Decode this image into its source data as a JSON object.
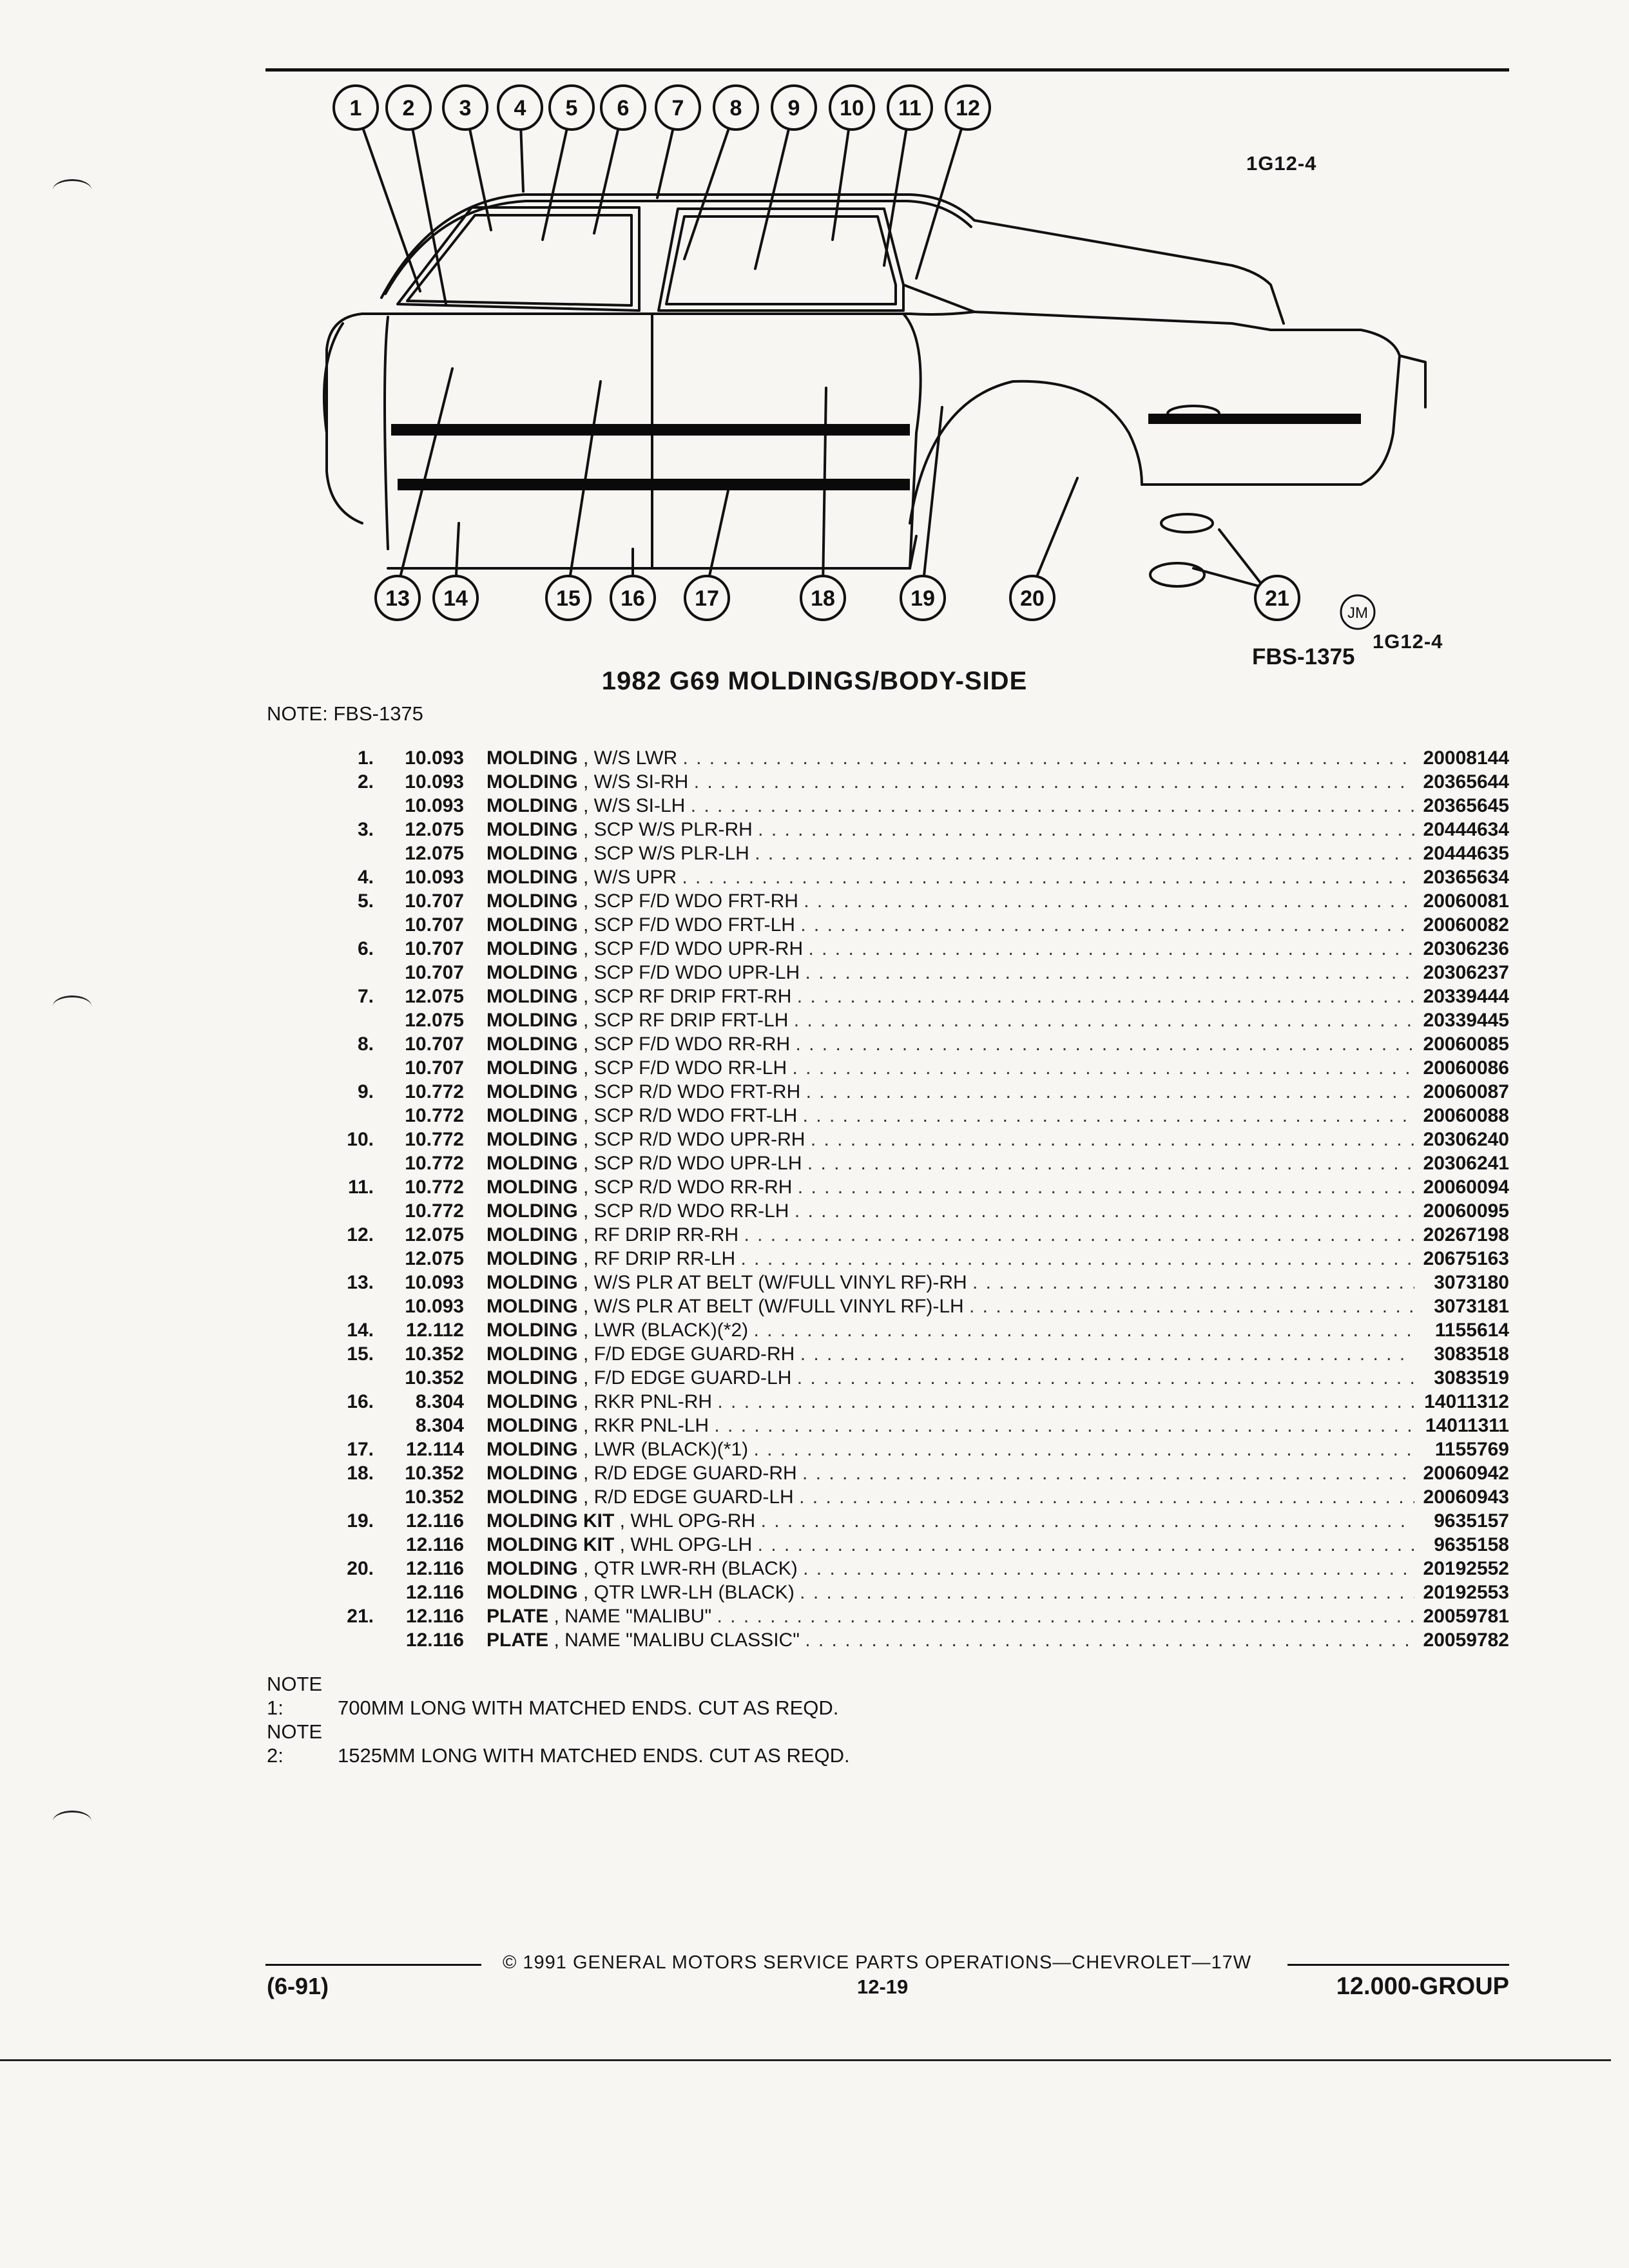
{
  "diagram": {
    "ref_code": "1G12-4",
    "ref_code_2": "1G12-4",
    "fbs_code": "FBS-1375",
    "badge": "JM",
    "callouts": [
      "1",
      "2",
      "3",
      "4",
      "5",
      "6",
      "7",
      "8",
      "9",
      "10",
      "11",
      "12",
      "13",
      "14",
      "15",
      "16",
      "17",
      "18",
      "19",
      "20",
      "21"
    ]
  },
  "title": "1982 G69 MOLDINGS/BODY-SIDE",
  "note_top": "NOTE: FBS-1375",
  "parts": [
    {
      "no": "1.",
      "grp": "10.093",
      "name": "MOLDING",
      "sub": ", W/S LWR",
      "pn": "20008144"
    },
    {
      "no": "2.",
      "grp": "10.093",
      "name": "MOLDING",
      "sub": ", W/S SI-RH",
      "pn": "20365644"
    },
    {
      "no": "",
      "grp": "10.093",
      "name": "MOLDING",
      "sub": ", W/S SI-LH",
      "pn": "20365645"
    },
    {
      "no": "3.",
      "grp": "12.075",
      "name": "MOLDING",
      "sub": ", SCP W/S PLR-RH",
      "pn": "20444634"
    },
    {
      "no": "",
      "grp": "12.075",
      "name": "MOLDING",
      "sub": ", SCP W/S PLR-LH",
      "pn": "20444635"
    },
    {
      "no": "4.",
      "grp": "10.093",
      "name": "MOLDING",
      "sub": ", W/S UPR",
      "pn": "20365634"
    },
    {
      "no": "5.",
      "grp": "10.707",
      "name": "MOLDING",
      "sub": ", SCP F/D WDO FRT-RH",
      "pn": "20060081"
    },
    {
      "no": "",
      "grp": "10.707",
      "name": "MOLDING",
      "sub": ", SCP F/D WDO FRT-LH",
      "pn": "20060082"
    },
    {
      "no": "6.",
      "grp": "10.707",
      "name": "MOLDING",
      "sub": ", SCP F/D WDO UPR-RH",
      "pn": "20306236"
    },
    {
      "no": "",
      "grp": "10.707",
      "name": "MOLDING",
      "sub": ", SCP F/D WDO UPR-LH",
      "pn": "20306237"
    },
    {
      "no": "7.",
      "grp": "12.075",
      "name": "MOLDING",
      "sub": ", SCP RF DRIP FRT-RH",
      "pn": "20339444"
    },
    {
      "no": "",
      "grp": "12.075",
      "name": "MOLDING",
      "sub": ", SCP RF DRIP FRT-LH",
      "pn": "20339445"
    },
    {
      "no": "8.",
      "grp": "10.707",
      "name": "MOLDING",
      "sub": ", SCP F/D WDO RR-RH",
      "pn": "20060085"
    },
    {
      "no": "",
      "grp": "10.707",
      "name": "MOLDING",
      "sub": ", SCP F/D WDO RR-LH",
      "pn": "20060086"
    },
    {
      "no": "9.",
      "grp": "10.772",
      "name": "MOLDING",
      "sub": ", SCP R/D WDO FRT-RH",
      "pn": "20060087"
    },
    {
      "no": "",
      "grp": "10.772",
      "name": "MOLDING",
      "sub": ", SCP R/D WDO FRT-LH",
      "pn": "20060088"
    },
    {
      "no": "10.",
      "grp": "10.772",
      "name": "MOLDING",
      "sub": ", SCP R/D WDO UPR-RH",
      "pn": "20306240"
    },
    {
      "no": "",
      "grp": "10.772",
      "name": "MOLDING",
      "sub": ", SCP R/D WDO UPR-LH",
      "pn": "20306241"
    },
    {
      "no": "11.",
      "grp": "10.772",
      "name": "MOLDING",
      "sub": ", SCP R/D WDO RR-RH",
      "pn": "20060094"
    },
    {
      "no": "",
      "grp": "10.772",
      "name": "MOLDING",
      "sub": ", SCP R/D WDO RR-LH",
      "pn": "20060095"
    },
    {
      "no": "12.",
      "grp": "12.075",
      "name": "MOLDING",
      "sub": ", RF DRIP RR-RH",
      "pn": "20267198"
    },
    {
      "no": "",
      "grp": "12.075",
      "name": "MOLDING",
      "sub": ", RF DRIP RR-LH",
      "pn": "20675163"
    },
    {
      "no": "13.",
      "grp": "10.093",
      "name": "MOLDING",
      "sub": ", W/S PLR AT BELT (W/FULL VINYL RF)-RH",
      "pn": "3073180"
    },
    {
      "no": "",
      "grp": "10.093",
      "name": "MOLDING",
      "sub": ", W/S PLR AT BELT (W/FULL VINYL RF)-LH",
      "pn": "3073181"
    },
    {
      "no": "14.",
      "grp": "12.112",
      "name": "MOLDING",
      "sub": ", LWR (BLACK)(*2)",
      "pn": "1155614"
    },
    {
      "no": "15.",
      "grp": "10.352",
      "name": "MOLDING",
      "sub": ", F/D EDGE GUARD-RH",
      "pn": "3083518"
    },
    {
      "no": "",
      "grp": "10.352",
      "name": "MOLDING",
      "sub": ", F/D EDGE GUARD-LH",
      "pn": "3083519"
    },
    {
      "no": "16.",
      "grp": "8.304",
      "name": "MOLDING",
      "sub": ", RKR PNL-RH",
      "pn": "14011312"
    },
    {
      "no": "",
      "grp": "8.304",
      "name": "MOLDING",
      "sub": ", RKR PNL-LH",
      "pn": "14011311"
    },
    {
      "no": "17.",
      "grp": "12.114",
      "name": "MOLDING",
      "sub": ", LWR (BLACK)(*1)",
      "pn": "1155769"
    },
    {
      "no": "18.",
      "grp": "10.352",
      "name": "MOLDING",
      "sub": ", R/D EDGE GUARD-RH",
      "pn": "20060942"
    },
    {
      "no": "",
      "grp": "10.352",
      "name": "MOLDING",
      "sub": ", R/D EDGE GUARD-LH",
      "pn": "20060943"
    },
    {
      "no": "19.",
      "grp": "12.116",
      "name": "MOLDING KIT",
      "sub": ", WHL OPG-RH",
      "pn": "9635157"
    },
    {
      "no": "",
      "grp": "12.116",
      "name": "MOLDING KIT",
      "sub": ", WHL OPG-LH",
      "pn": "9635158"
    },
    {
      "no": "20.",
      "grp": "12.116",
      "name": "MOLDING",
      "sub": ", QTR LWR-RH (BLACK)",
      "pn": "20192552"
    },
    {
      "no": "",
      "grp": "12.116",
      "name": "MOLDING",
      "sub": ", QTR LWR-LH (BLACK)",
      "pn": "20192553"
    },
    {
      "no": "21.",
      "grp": "12.116",
      "name": "PLATE",
      "sub": ", NAME \"MALIBU\"",
      "pn": "20059781"
    },
    {
      "no": "",
      "grp": "12.116",
      "name": "PLATE",
      "sub": ", NAME \"MALIBU CLASSIC\"",
      "pn": "20059782"
    }
  ],
  "notes": [
    {
      "label": "NOTE 1:",
      "text": "700MM LONG WITH MATCHED ENDS. CUT AS REQD."
    },
    {
      "label": "NOTE 2:",
      "text": "1525MM LONG WITH MATCHED ENDS. CUT AS REQD."
    }
  ],
  "footer": {
    "copyright": "© 1991 GENERAL MOTORS SERVICE PARTS OPERATIONS—CHEVROLET—17W",
    "date": "(6-91)",
    "page": "12-19",
    "group": "12.000-GROUP"
  }
}
